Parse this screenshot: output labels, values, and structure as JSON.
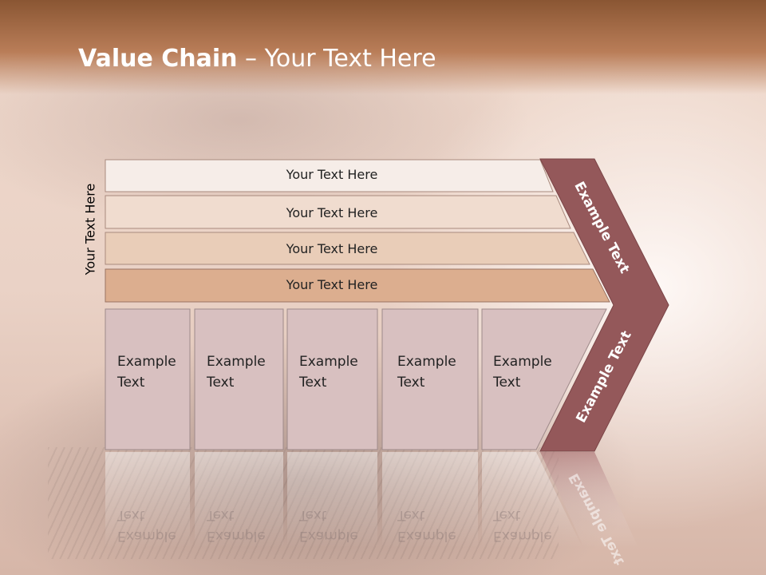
{
  "title": {
    "bold": "Value Chain",
    "rest": " – Your Text Here"
  },
  "side_label": "Your Text Here",
  "rows": [
    {
      "label": "Your Text Here"
    },
    {
      "label": "Your Text Here"
    },
    {
      "label": "Your Text Here"
    },
    {
      "label": "Your Text Here"
    }
  ],
  "boxes": [
    {
      "line1": "Example",
      "line2": "Text"
    },
    {
      "line1": "Example",
      "line2": "Text"
    },
    {
      "line1": "Example",
      "line2": "Text"
    },
    {
      "line1": "Example",
      "line2": "Text"
    },
    {
      "line1": "Example",
      "line2": "Text"
    }
  ],
  "arrow": {
    "upper": "Example Text",
    "lower": "Example Text"
  },
  "colors": {
    "row1": "#f6ede8",
    "row2": "#f0dccf",
    "row3": "#e9cdb8",
    "row4": "#dcae8f",
    "box": "#d8c0c0",
    "arrow": "#94585a",
    "header": "#a36a45"
  }
}
